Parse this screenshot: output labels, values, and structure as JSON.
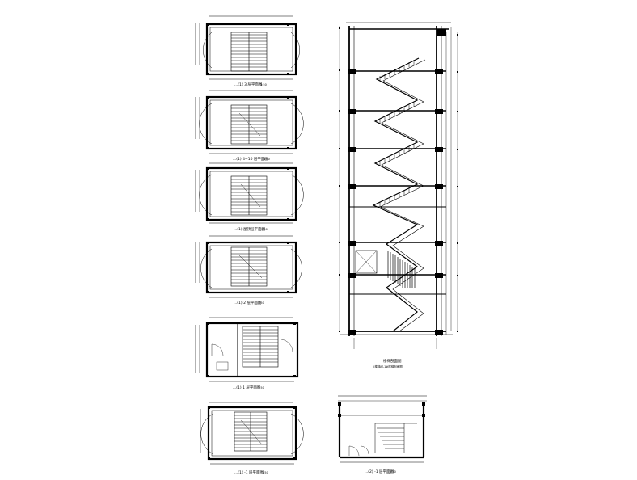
{
  "drawing": {
    "plans": [
      {
        "id": "plan-1",
        "title": "...(1) 3 层平面图",
        "scale": "1:50"
      },
      {
        "id": "plan-2",
        "title": "...(1) 4~10 层平面图",
        "scale": "1:50"
      },
      {
        "id": "plan-3",
        "title": "...(1) 屋顶层平面图",
        "scale": "1:50"
      },
      {
        "id": "plan-4",
        "title": "...(1) 2 层平面图",
        "scale": "1:50"
      },
      {
        "id": "plan-5",
        "title": "...(1) 1 层平面图",
        "scale": "1:50"
      },
      {
        "id": "plan-6",
        "title": "...(1) -1 层平面图",
        "scale": "1:50"
      },
      {
        "id": "plan-7",
        "title": "...(2) -1 层平面图",
        "scale": "1:50"
      }
    ],
    "section": {
      "title": "楼梯剖面图",
      "subtitle": "(楼梯间-1#楼梯剖面图)"
    }
  }
}
